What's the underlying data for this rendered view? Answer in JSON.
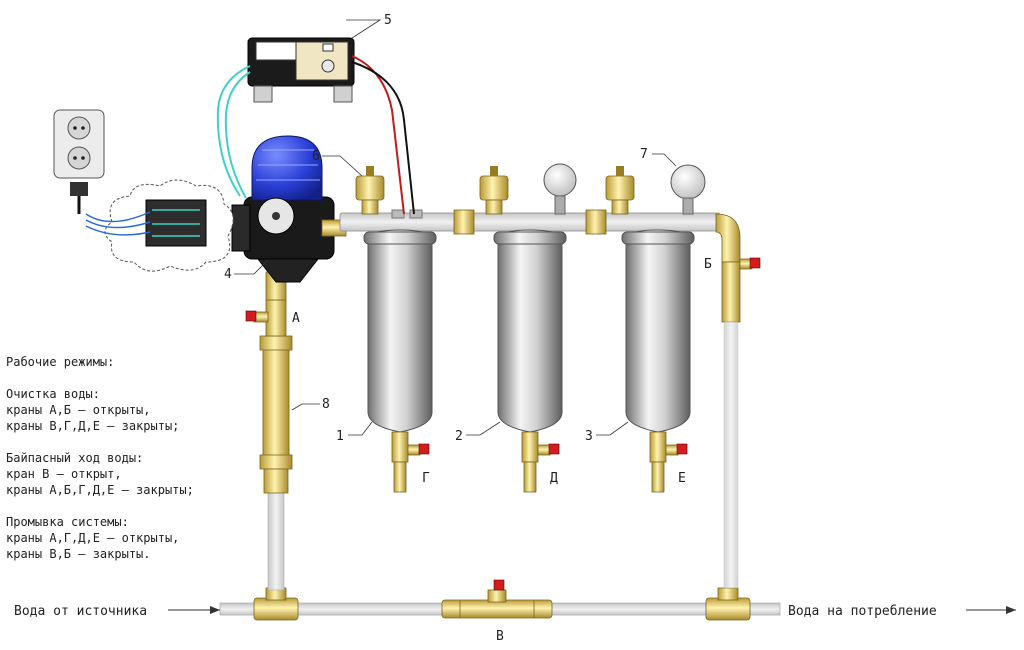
{
  "notes": {
    "heading": "Рабочие режимы:",
    "modes": [
      {
        "title": "Очистка воды:",
        "lines": [
          "краны А,Б – открыты,",
          "краны В,Г,Д,Е – закрыты;"
        ]
      },
      {
        "title": "Байпасный ход воды:",
        "lines": [
          "кран В – открыт,",
          "краны А,Б,Г,Д,Е – закрыты;"
        ]
      },
      {
        "title": "Промывка системы:",
        "lines": [
          "краны А,Г,Д,Е – открыты,",
          "краны В,Б – закрыты."
        ]
      }
    ]
  },
  "flow": {
    "inlet": "Вода от источника",
    "outlet": "Вода на потребление"
  },
  "valves": {
    "a": "А",
    "b": "Б",
    "v": "В",
    "g": "Г",
    "d": "Д",
    "e": "Е"
  },
  "callouts": {
    "n1": "1",
    "n2": "2",
    "n3": "3",
    "n4": "4",
    "n5": "5",
    "n6": "6",
    "n7": "7",
    "n8": "8"
  }
}
